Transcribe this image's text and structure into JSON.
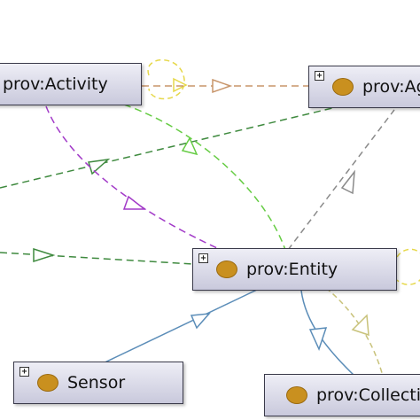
{
  "nodes": {
    "activity": {
      "label": "prov:Activity",
      "has_expander": false,
      "has_class_dot": false
    },
    "agent": {
      "label": "prov:Agent",
      "has_expander": true,
      "has_class_dot": true
    },
    "entity": {
      "label": "prov:Entity",
      "has_expander": true,
      "has_class_dot": true
    },
    "sensor": {
      "label": "Sensor",
      "has_expander": true,
      "has_class_dot": true
    },
    "collection": {
      "label": "prov:Collection",
      "has_expander": false,
      "has_class_dot": true
    }
  },
  "expander_symbol": "+",
  "colors": {
    "node_border": "#3a3a4a",
    "class_dot": "#c9901f",
    "edge_orange": "#c8956a",
    "edge_yellow": "#e6d84a",
    "edge_green_dark": "#3f8a3f",
    "edge_green_light": "#66cc44",
    "edge_purple": "#a23ac8",
    "edge_gray": "#8a8a8a",
    "edge_blue": "#5b8db8",
    "edge_olive": "#c8c27a"
  }
}
